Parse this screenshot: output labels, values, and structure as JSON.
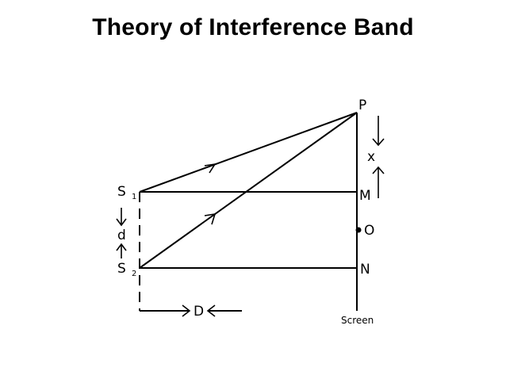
{
  "title": "Theory of Interference Band",
  "labels": {
    "s1": "S",
    "s1_sub": "1",
    "s2": "S",
    "s2_sub": "2",
    "d": "d",
    "p": "P",
    "x": "x",
    "m": "M",
    "o": "O",
    "n": "N",
    "d_distance": "D",
    "screen": "Screen"
  },
  "colors": {
    "ink": "#000000",
    "background": "#ffffff"
  }
}
